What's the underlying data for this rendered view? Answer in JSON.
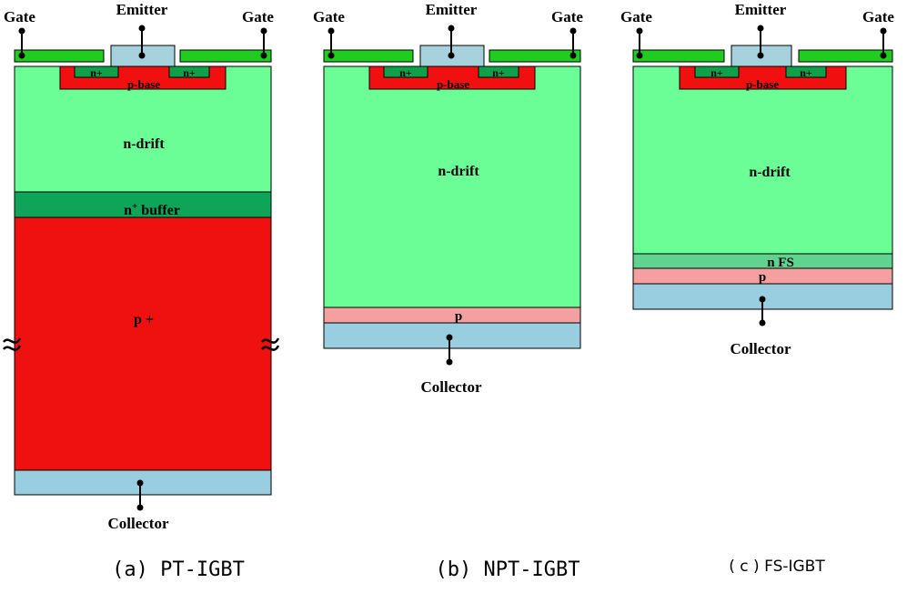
{
  "colors": {
    "drift": "#6cfe96",
    "gate_metal": "#1fcc1f",
    "emitter_metal": "#a5d2dc",
    "collector_metal": "#99cde0",
    "p_base": "#f10f0f",
    "n_plus": "#0fa14a",
    "buffer": "#0fa559",
    "p_plus": "#ef1010",
    "p_layer": "#f5a0a0",
    "n_fs": "#5fd38f"
  },
  "devices": [
    {
      "caption": "(a) PT-IGBT",
      "terminals": {
        "gate_left": "Gate",
        "emitter": "Emitter",
        "gate_right": "Gate",
        "collector": "Collector"
      },
      "n_plus_left": "n+",
      "n_plus_right": "n+",
      "p_base": "p-base",
      "drift": "n-drift",
      "buffer_main": "n",
      "buffer_sup": "+",
      "buffer_rest": " buffer",
      "substrate": "p +"
    },
    {
      "caption": "(b) NPT-IGBT",
      "terminals": {
        "gate_left": "Gate",
        "emitter": "Emitter",
        "gate_right": "Gate",
        "collector": "Collector"
      },
      "n_plus_left": "n+",
      "n_plus_right": "n+",
      "p_base": "p-base",
      "drift": "n-drift",
      "p_layer": "p"
    },
    {
      "caption": "( c ) FS-IGBT",
      "terminals": {
        "gate_left": "Gate",
        "emitter": "Emitter",
        "gate_right": "Gate",
        "collector": "Collector"
      },
      "n_plus_left": "n+",
      "n_plus_right": "n+",
      "p_base": "p-base",
      "drift": "n-drift",
      "fs_layer": "n FS",
      "p_layer": "p"
    }
  ]
}
